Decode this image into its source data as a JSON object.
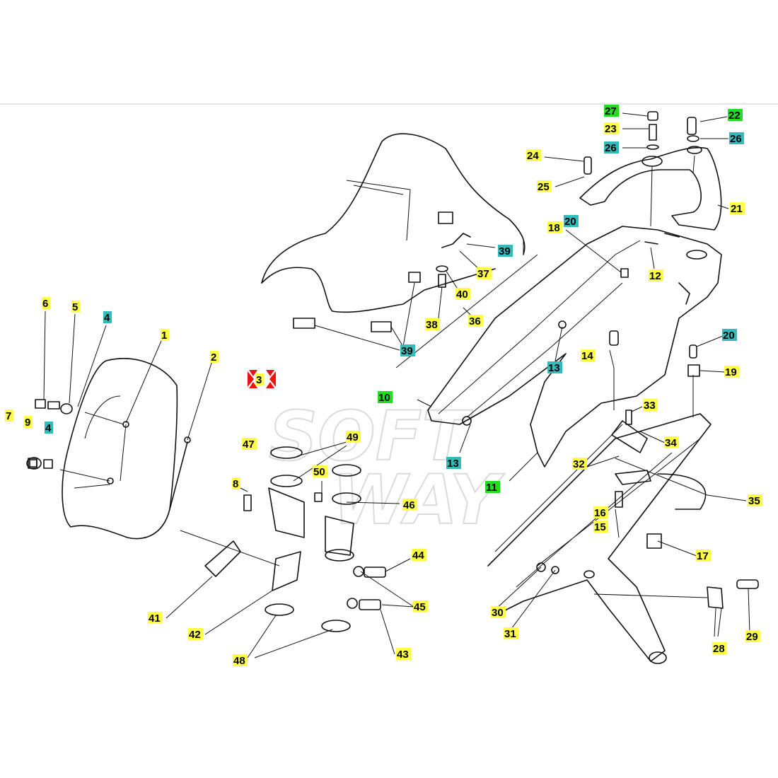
{
  "colors": {
    "yellow": "#ffff44",
    "cyan": "#33bbbb",
    "green": "#22dd22",
    "red": "#ee1111"
  },
  "watermark": [
    "SOFT",
    "WAY"
  ],
  "labels": [
    {
      "text": "27",
      "type": "green"
    },
    {
      "text": "23",
      "type": "yellow"
    },
    {
      "text": "26",
      "type": "cyan"
    },
    {
      "text": "22",
      "type": "green"
    },
    {
      "text": "26",
      "type": "cyan"
    },
    {
      "text": "24",
      "type": "yellow"
    },
    {
      "text": "25",
      "type": "yellow"
    },
    {
      "text": "21",
      "type": "yellow"
    },
    {
      "text": "18",
      "type": "yellow"
    },
    {
      "text": "20",
      "type": "cyan"
    },
    {
      "text": "12",
      "type": "yellow"
    },
    {
      "text": "39",
      "type": "cyan"
    },
    {
      "text": "37",
      "type": "yellow"
    },
    {
      "text": "40",
      "type": "yellow"
    },
    {
      "text": "38",
      "type": "yellow"
    },
    {
      "text": "36",
      "type": "yellow"
    },
    {
      "text": "39",
      "type": "cyan"
    },
    {
      "text": "6",
      "type": "yellow"
    },
    {
      "text": "5",
      "type": "yellow"
    },
    {
      "text": "4",
      "type": "cyan"
    },
    {
      "text": "1",
      "type": "yellow"
    },
    {
      "text": "2",
      "type": "yellow"
    },
    {
      "text": "3",
      "type": "red"
    },
    {
      "text": "14",
      "type": "yellow"
    },
    {
      "text": "13",
      "type": "cyan"
    },
    {
      "text": "20",
      "type": "cyan"
    },
    {
      "text": "19",
      "type": "yellow"
    },
    {
      "text": "10",
      "type": "green"
    },
    {
      "text": "33",
      "type": "yellow"
    },
    {
      "text": "34",
      "type": "yellow"
    },
    {
      "text": "7",
      "type": "yellow"
    },
    {
      "text": "9",
      "type": "yellow"
    },
    {
      "text": "4",
      "type": "cyan"
    },
    {
      "text": "47",
      "type": "yellow"
    },
    {
      "text": "49",
      "type": "yellow"
    },
    {
      "text": "13",
      "type": "cyan"
    },
    {
      "text": "32",
      "type": "yellow"
    },
    {
      "text": "11",
      "type": "green"
    },
    {
      "text": "50",
      "type": "yellow"
    },
    {
      "text": "46",
      "type": "yellow"
    },
    {
      "text": "8",
      "type": "yellow"
    },
    {
      "text": "35",
      "type": "yellow"
    },
    {
      "text": "16",
      "type": "yellow"
    },
    {
      "text": "15",
      "type": "yellow"
    },
    {
      "text": "17",
      "type": "yellow"
    },
    {
      "text": "44",
      "type": "yellow"
    },
    {
      "text": "41",
      "type": "yellow"
    },
    {
      "text": "45",
      "type": "yellow"
    },
    {
      "text": "30",
      "type": "yellow"
    },
    {
      "text": "31",
      "type": "yellow"
    },
    {
      "text": "42",
      "type": "yellow"
    },
    {
      "text": "43",
      "type": "yellow"
    },
    {
      "text": "48",
      "type": "yellow"
    },
    {
      "text": "28",
      "type": "yellow"
    },
    {
      "text": "29",
      "type": "yellow"
    }
  ]
}
